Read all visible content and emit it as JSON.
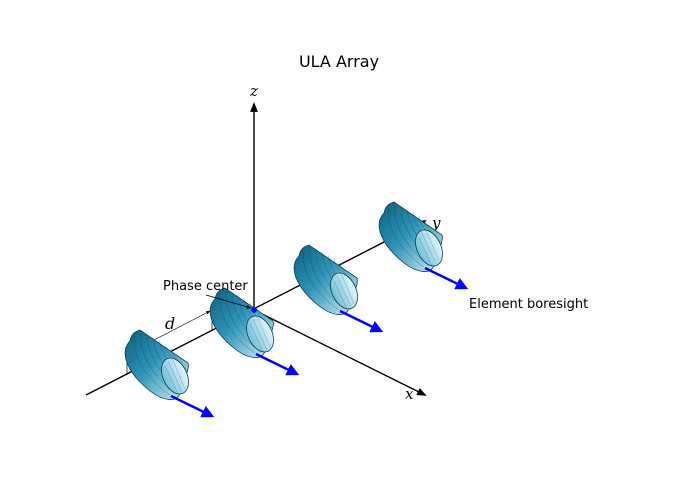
{
  "title": "ULA Array",
  "axes": {
    "x_label": "x",
    "y_label": "y",
    "z_label": "z"
  },
  "annotations": {
    "phase_center": "Phase center",
    "element_boresight": "Element boresight",
    "spacing_label": "d"
  },
  "array": {
    "element_count": 4,
    "element_shape": "cone",
    "boresight_direction": "+x"
  },
  "colors": {
    "cone_dark": "#0d6e8c",
    "cone_mid": "#3aa0c4",
    "cone_light": "#cfeef6",
    "boresight_arrow": "#0000ff",
    "phase_center_dot": "#0000ff",
    "axis": "#000000"
  }
}
